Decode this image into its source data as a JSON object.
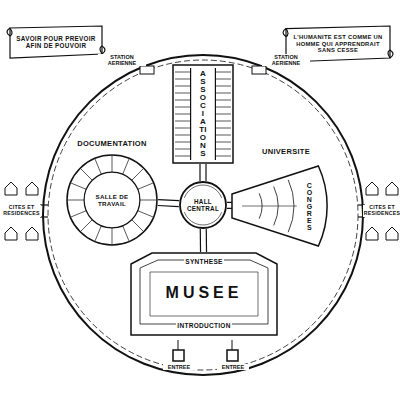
{
  "diagram": {
    "nodes": [
      {
        "text": [
          "SAVOIR POUR PREVOIR AFIN DE POUVOIR"
        ]
      },
      {
        "text": [
          "L'HUMANITE EST COMME UN HOMME QUI APPRENDRAIT SANS CESSE"
        ]
      },
      {
        "text": [
          "ASSOCIATIONS"
        ]
      },
      {
        "text": [
          "DOCUMENTATION",
          "SALLE DE TRAVAIL"
        ]
      },
      {
        "text": [
          "HALL CENTRAL"
        ]
      },
      {
        "text": [
          "UNIVERSITE",
          "CONGRES"
        ]
      },
      {
        "text": [
          "SYNTHESE",
          "MUSEE",
          "INTRODUCTION"
        ]
      },
      {
        "text": [
          "CITES ET RESIDENCES"
        ]
      },
      {
        "text": [
          "CITES ET RESIDENCES"
        ]
      }
    ],
    "edges": [
      {
        "from": 4,
        "to": 2,
        "arrow": "none"
      },
      {
        "from": 4,
        "to": 3,
        "arrow": "none"
      },
      {
        "from": 4,
        "to": 5,
        "arrow": "none"
      },
      {
        "from": 4,
        "to": 6,
        "arrow": "none"
      }
    ],
    "labels": [
      "STATION AERIENNE",
      "STATION AERIENNE",
      "ENTREE",
      "ENTREE"
    ]
  }
}
